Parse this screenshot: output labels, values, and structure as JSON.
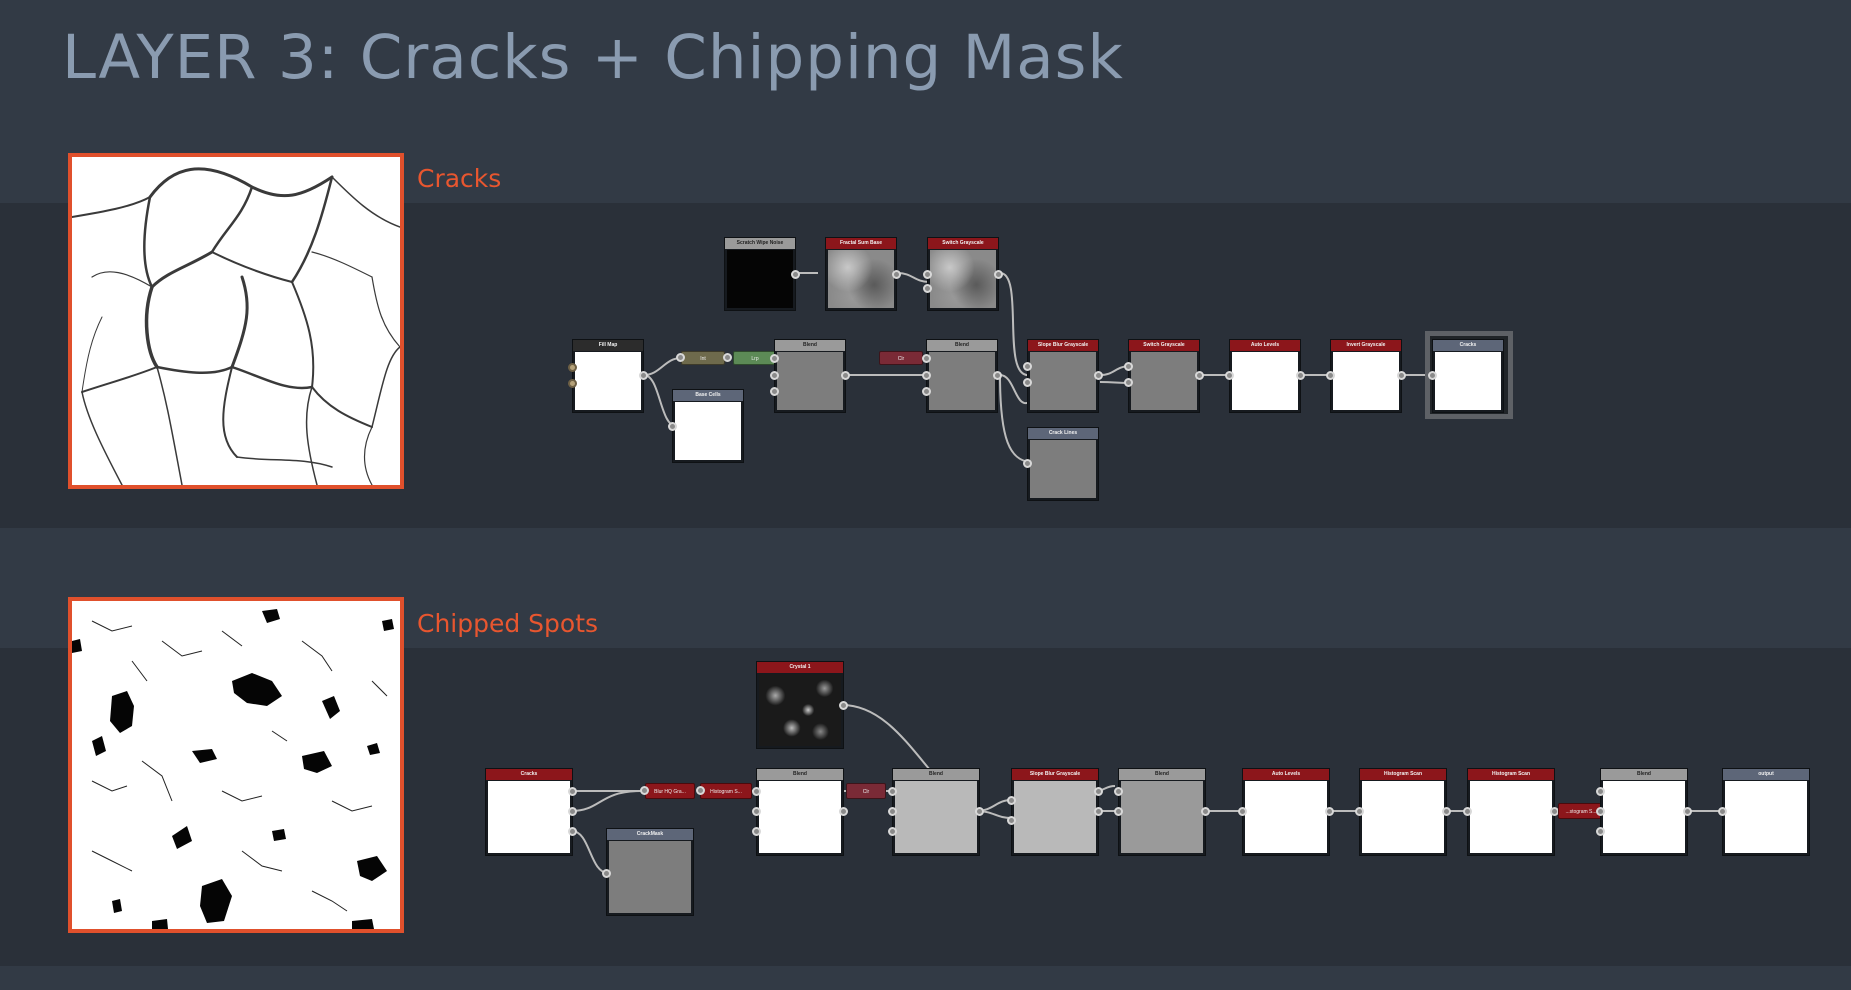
{
  "page": {
    "title": "LAYER 3: Cracks + Chipping Mask"
  },
  "sections": {
    "cracks": {
      "label": "Cracks"
    },
    "chipped": {
      "label": "Chipped Spots"
    }
  },
  "cracks_graph": {
    "fill_map": "Fill Map",
    "scratch": "Scratch Wipe Noise",
    "fractal": "Fractal Sum Base",
    "switch_gray_top": "Switch Grayscale",
    "chip_a": "Int",
    "chip_b": "Lrp",
    "blend1": "Blend",
    "base_cells": "Base Cells",
    "chip_c": "Clr",
    "blend2": "Blend",
    "slope_blur": "Slope Blur Grayscale",
    "switch_gray": "Switch Grayscale",
    "auto_levels": "Auto Levels",
    "invert_gray": "Invert Grayscale",
    "cracks_out": "Cracks",
    "crack_lines": "Crack Lines"
  },
  "chipped_graph": {
    "cracks_in": "Cracks",
    "crystal": "Crystal 1",
    "blur_hq": "Blur HQ Gra...",
    "histo_s": "Histogram S...",
    "blend1": "Blend",
    "chip_clr": "Clr",
    "blend2": "Blend",
    "slope_blur": "Slope Blur Grayscale",
    "blend3": "Blend",
    "auto_levels": "Auto Levels",
    "histo_scan1": "Histogram Scan",
    "histo_scan2": "Histogram Scan",
    "histo_s2": "...stogram S...",
    "blend4": "Blend",
    "output": "output",
    "crack_mask": "CrackMask"
  }
}
